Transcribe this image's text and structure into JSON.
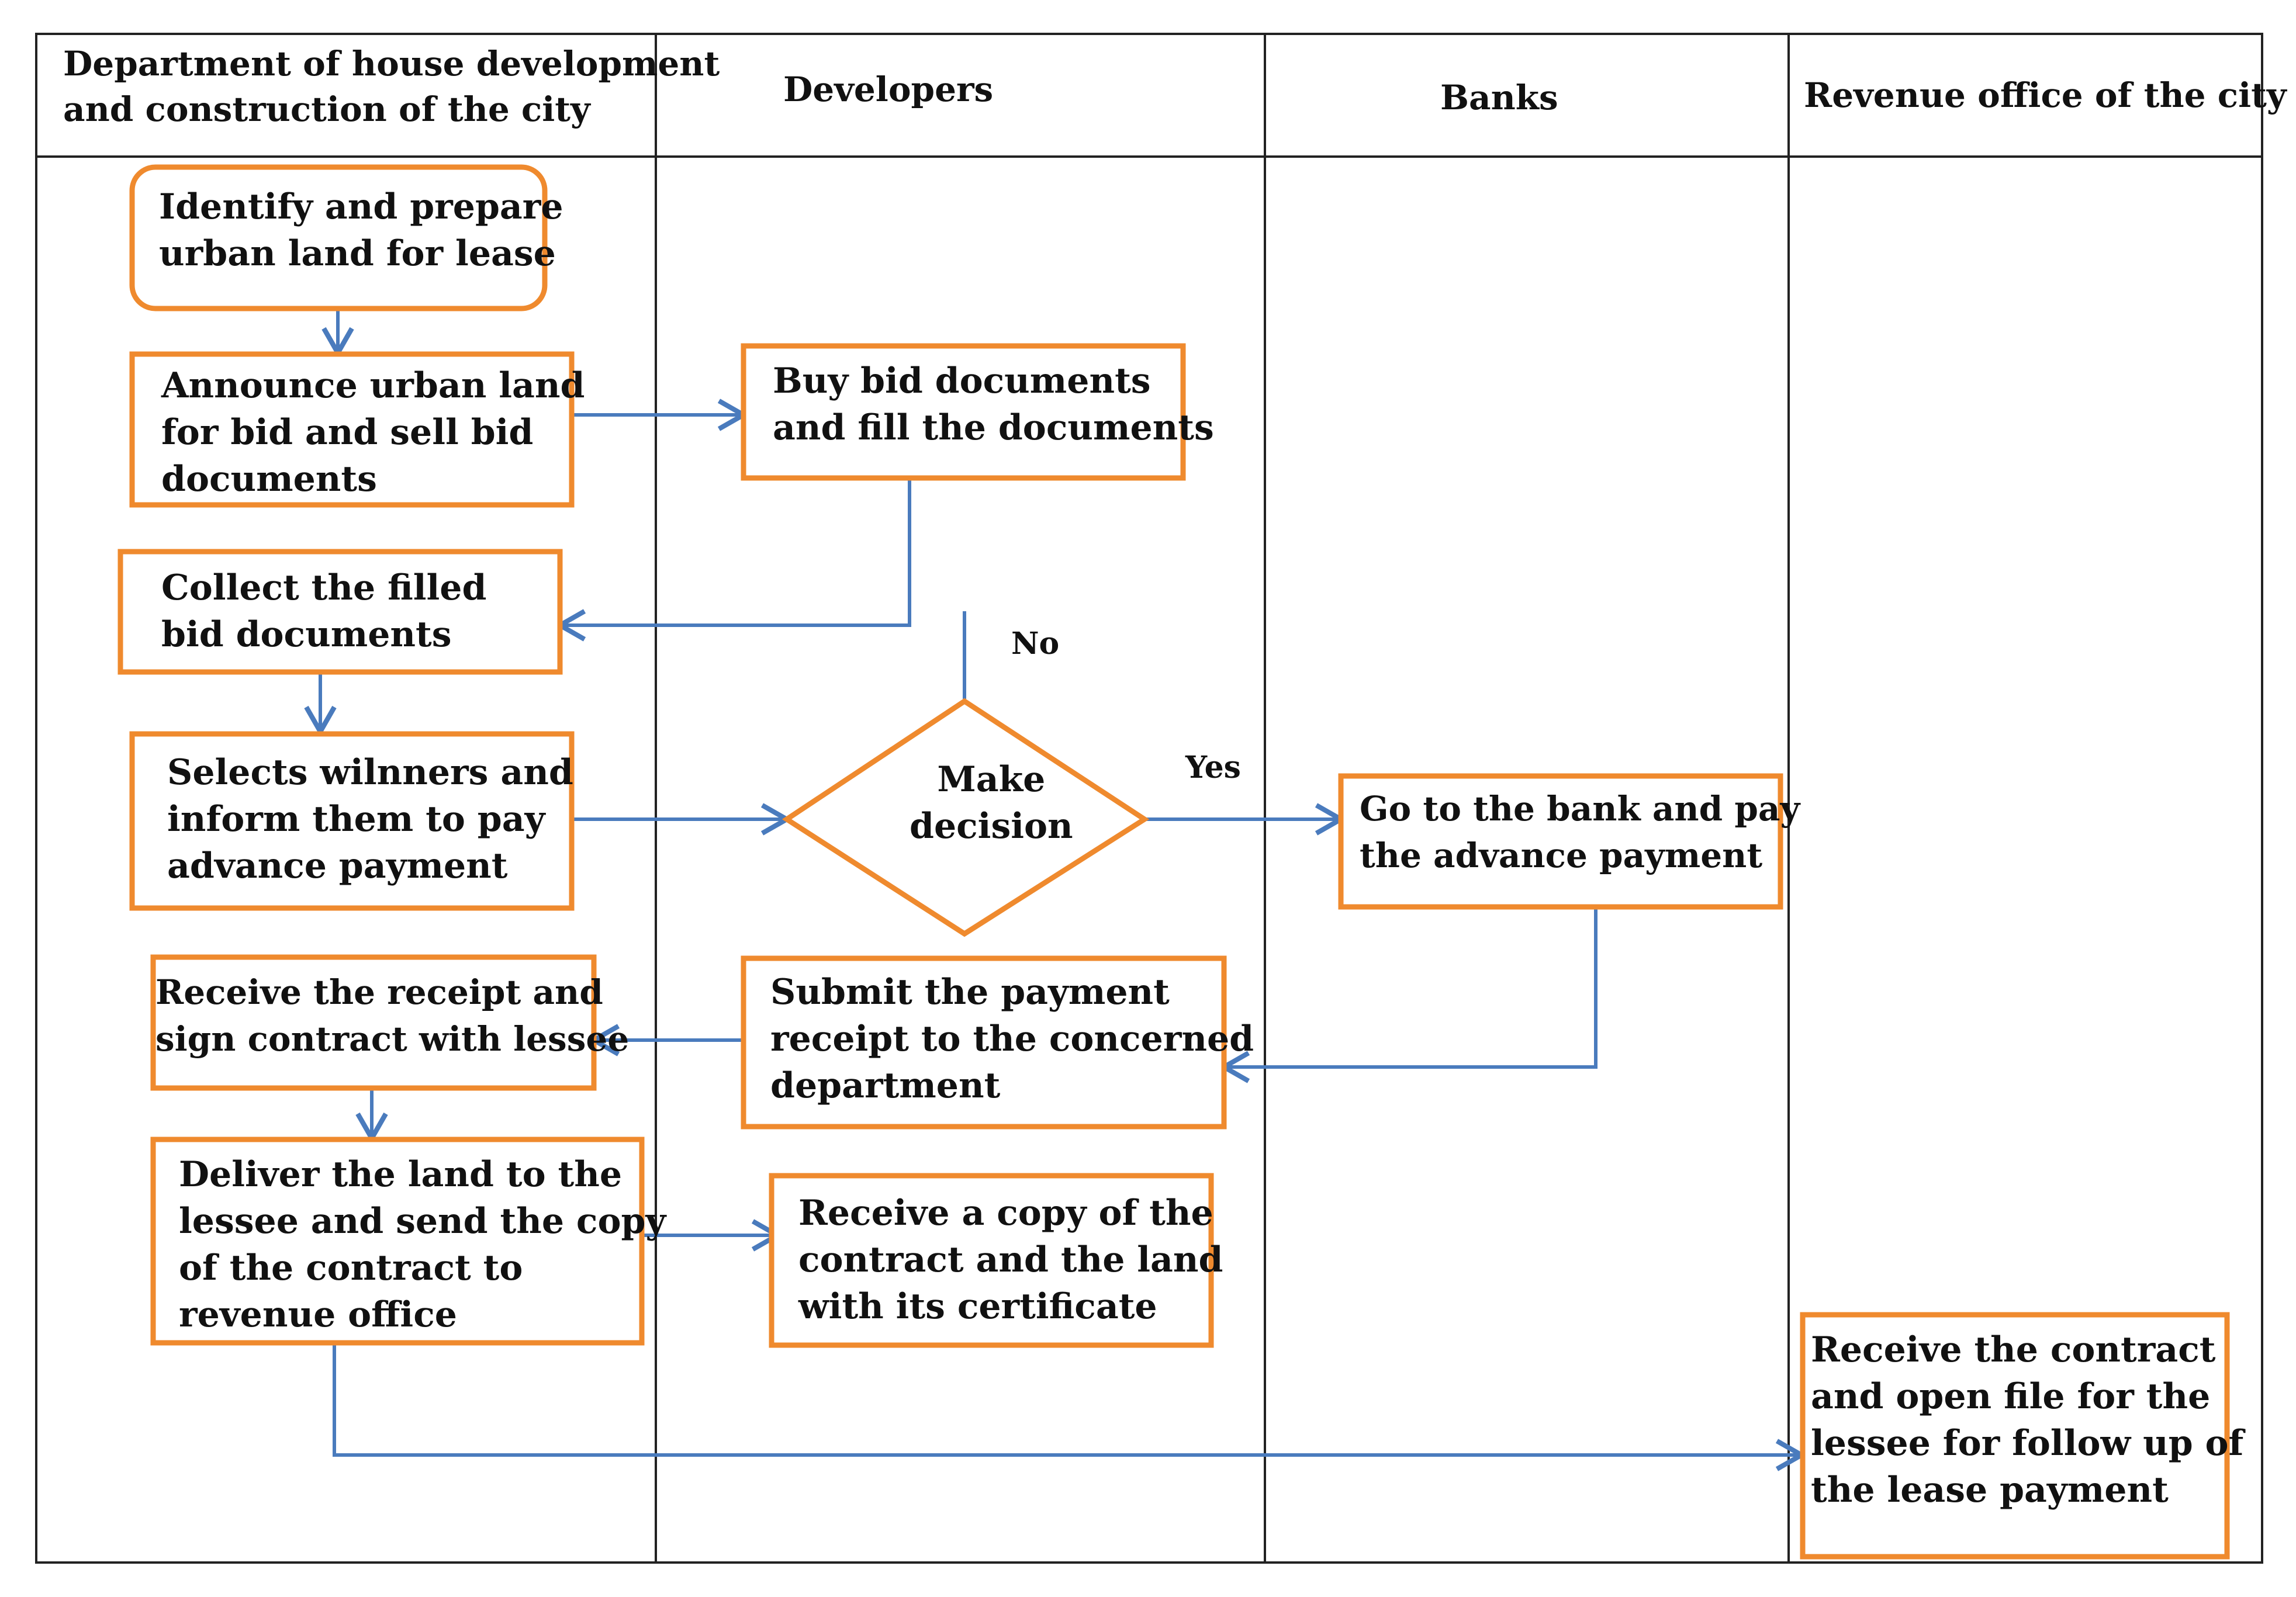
{
  "lanes": [
    {
      "label": "Department of house development\nand construction of the city"
    },
    {
      "label": "Developers"
    },
    {
      "label": "Banks"
    },
    {
      "label": "Revenue office of the city"
    }
  ],
  "nodes": {
    "identify": {
      "label": "Identify and prepare\nurban land for lease"
    },
    "announce": {
      "label": "Announce urban land\nfor bid and sell bid\ndocuments"
    },
    "buy": {
      "label": "Buy bid documents\nand fill the documents"
    },
    "collect": {
      "label": "Collect the filled\nbid documents"
    },
    "selects": {
      "label": "Selects wilnners and\ninform them to pay\nadvance payment"
    },
    "decision": {
      "label": "Make\ndecision"
    },
    "bank": {
      "label": "Go to the bank and pay\nthe advance payment"
    },
    "receive_receipt": {
      "label": "Receive the receipt and\nsign contract with lessee"
    },
    "submit": {
      "label": "Submit the payment\nreceipt to the concerned\ndepartment"
    },
    "deliver": {
      "label": "Deliver the land to the\nlessee and send the copy\nof the contract to\nrevenue office"
    },
    "receive_copy": {
      "label": "Receive a copy of the\ncontract and the land\nwith its certificate"
    },
    "revenue": {
      "label": "Receive the contract\nand open file for the\nlessee for follow up of\nthe lease payment"
    }
  },
  "edge_labels": {
    "no": "No",
    "yes": "Yes"
  },
  "colors": {
    "box_border": "#ef8a2e",
    "arrow": "#4a7bbd",
    "grid": "#222222",
    "text": "#111111"
  }
}
